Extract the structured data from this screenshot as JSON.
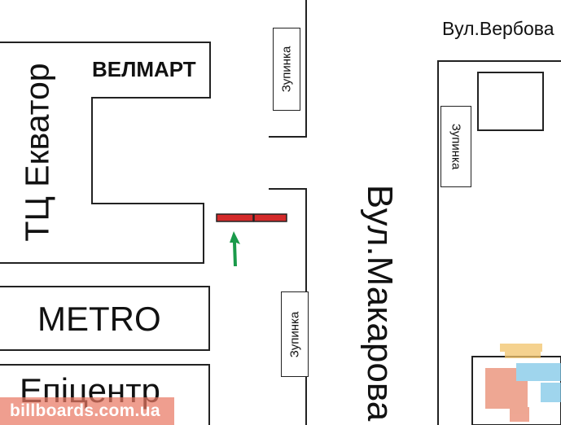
{
  "map": {
    "street_top_right": "Вул.Вербова",
    "street_main": "Вул.Макарова",
    "buildings": {
      "ekvator": "ТЦ Екватор",
      "velmart": "ВЕЛМАРТ",
      "metro": "METRO",
      "epicentr": "Епіцентр"
    },
    "stops": {
      "stop_upper": "Зупинка",
      "stop_lower": "Зупинка",
      "stop_right": "Зупинка"
    },
    "billboard_color": "#d42a2a",
    "arrow_color": "#1a9a4a"
  },
  "watermark": {
    "text": "billboards.com.ua"
  }
}
